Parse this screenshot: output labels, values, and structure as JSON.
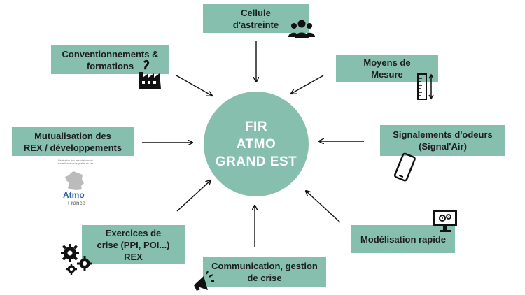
{
  "center": {
    "label": "FIR\nATMO\nGRAND EST"
  },
  "nodes": {
    "astreinte": {
      "label": "Cellule\nd'astreinte",
      "icon": "people-group-icon"
    },
    "conventionnements": {
      "label": "Conventionnements &\nformations",
      "icon": "factory-icon"
    },
    "moyens": {
      "label": "Moyens de\nMesure",
      "icon": "ruler-icon"
    },
    "mutualisation": {
      "label": "Mutualisation des\nREX / développements",
      "icon": "atmo-france-logo"
    },
    "signalements": {
      "label": "Signalements d'odeurs\n(Signal'Air)",
      "icon": "smartphone-icon"
    },
    "modelisation": {
      "label": "Modélisation rapide",
      "icon": "monitor-gears-icon"
    },
    "exercices": {
      "label": "Exercices de\ncrise (PPI, POI...)\nREX",
      "icon": "gears-icon"
    },
    "communication": {
      "label": "Communication, gestion\nde crise",
      "icon": "megaphone-icon"
    }
  },
  "logo": {
    "small_text": "Fédération des associations de surveillance de la qualité de l'air",
    "name": "Atmo",
    "country": "France"
  },
  "colors": {
    "box_fill": "#87bfae",
    "center_fill": "#87bfae",
    "center_text": "#ffffff",
    "text": "#1d1d1d",
    "arrow": "#111111"
  }
}
